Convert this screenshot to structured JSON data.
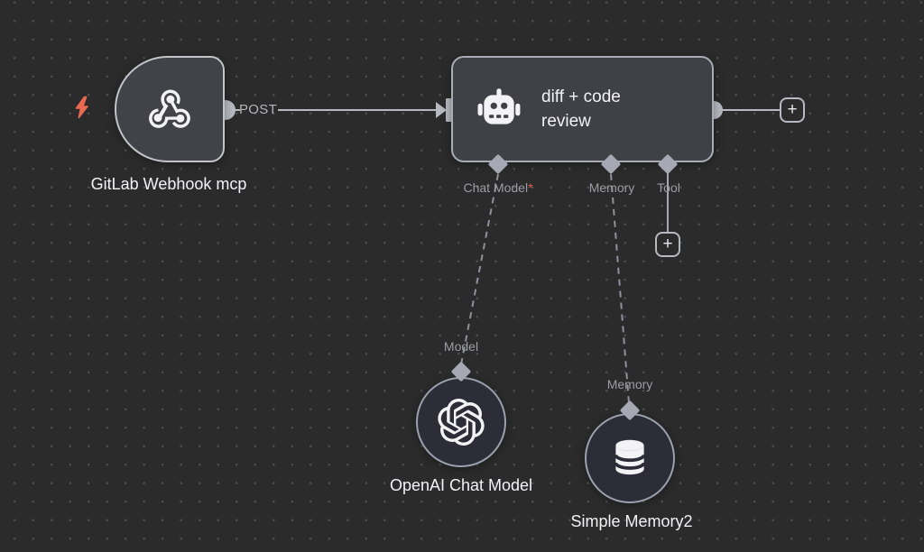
{
  "canvas": {
    "background_color": "#2b2b2b",
    "grid_dot_color": "#4d4d4f"
  },
  "colors": {
    "node_fill": "#3f4147",
    "circle_node_fill": "#2c2d36",
    "node_border": "#a9acb4",
    "connector": "#b7b9c1",
    "muted_label": "#9b9da6",
    "text_primary": "#f3f3f6",
    "trigger_bolt": "#e96a50",
    "required_asterisk": "#ef5c50"
  },
  "webhook_node": {
    "name": "GitLab Webhook mcp",
    "output_label": "POST",
    "icon": "webhook-icon",
    "trigger_indicator": "lightning-bolt-icon"
  },
  "agent_node": {
    "title": "diff + code review",
    "icon": "robot-icon",
    "ports": [
      {
        "label": "Chat Model",
        "marker": "*"
      },
      {
        "label": "Memory",
        "marker": ""
      },
      {
        "label": "Tool",
        "marker": ""
      }
    ]
  },
  "model_node": {
    "name": "OpenAI Chat Model",
    "port_label": "Model",
    "icon": "openai-logo-icon"
  },
  "memory_node": {
    "name": "Simple Memory2",
    "port_label": "Memory",
    "icon": "database-icon"
  },
  "add_buttons": {
    "next_node": "+",
    "tool": "+"
  }
}
